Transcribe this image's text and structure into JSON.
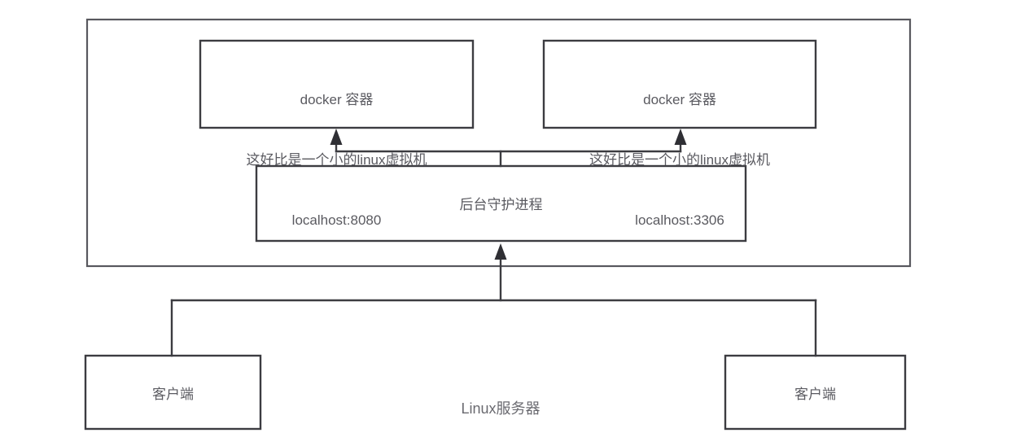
{
  "diagram": {
    "title": "Docker architecture on a Linux server",
    "colors": {
      "background": "#ffffff",
      "box_stroke": "#3c3c41",
      "outer_stroke": "#58585e",
      "text": "#5a5a60",
      "arrow_fill": "#2f2f34"
    },
    "server_label": "Linux服务器",
    "nodes": {
      "container_left": {
        "line1": "docker 容器",
        "line2": "这好比是一个小的linux虚拟机",
        "line3": "localhost:8080"
      },
      "container_right": {
        "line1": "docker 容器",
        "line2": "这好比是一个小的linux虚拟机",
        "line3": "localhost:3306"
      },
      "daemon": {
        "label": "后台守护进程"
      },
      "client_left": {
        "label": "客户端"
      },
      "client_right": {
        "label": "客户端"
      }
    }
  }
}
